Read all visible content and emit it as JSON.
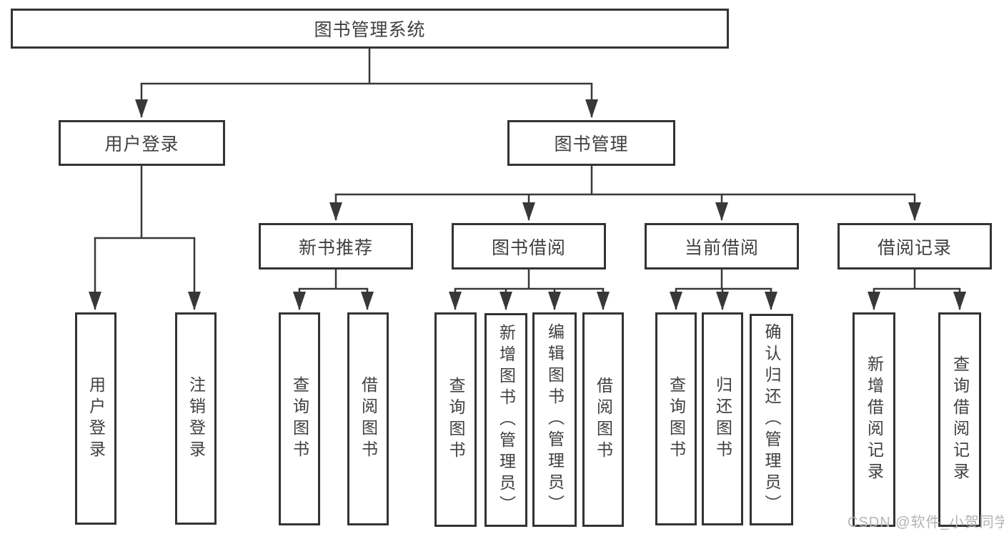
{
  "tree": {
    "root": {
      "label": "图书管理系统"
    },
    "user_login": {
      "label": "用户登录",
      "children": [
        {
          "label": "用户登录"
        },
        {
          "label": "注销登录"
        }
      ]
    },
    "book_mgmt": {
      "label": "图书管理",
      "sections": [
        {
          "label": "新书推荐",
          "children": [
            {
              "label": "查询图书"
            },
            {
              "label": "借阅图书"
            }
          ]
        },
        {
          "label": "图书借阅",
          "children": [
            {
              "label": "查询图书"
            },
            {
              "label": "新增图书（管理员）"
            },
            {
              "label": "编辑图书（管理员）"
            },
            {
              "label": "借阅图书"
            }
          ]
        },
        {
          "label": "当前借阅",
          "children": [
            {
              "label": "查询图书"
            },
            {
              "label": "归还图书"
            },
            {
              "label": "确认归还（管理员）"
            }
          ]
        },
        {
          "label": "借阅记录",
          "children": [
            {
              "label": "新增借阅记录"
            },
            {
              "label": "查询借阅记录"
            }
          ]
        }
      ]
    }
  },
  "watermark": {
    "text": "CSDN @软件_小贺同学"
  },
  "colors": {
    "line": "#383838",
    "box_border": "#333333",
    "text": "#404040",
    "watermark": "#b3b3b3",
    "background": "#ffffff"
  }
}
